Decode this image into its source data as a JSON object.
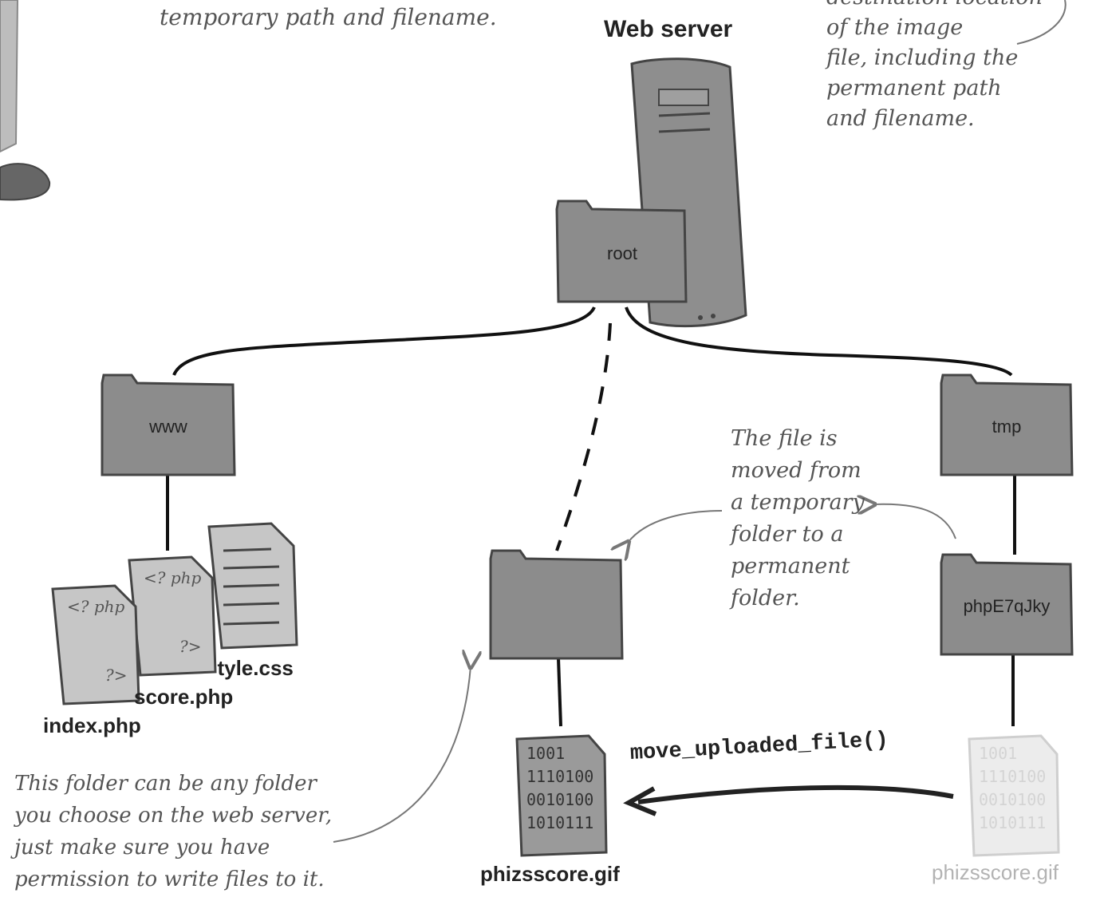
{
  "header": {
    "web_server": "Web server"
  },
  "notes": {
    "top_left": "temporary path and filename.",
    "top_right": "destination location\nof the image\nfile, including the\npermanent path\nand filename.",
    "middle": "The file is\nmoved from\na temporary\nfolder to a\npermanent\nfolder.",
    "bottom_left": "This folder can be any folder\nyou choose on the web server,\njust make sure you have\npermission to write files to it."
  },
  "folders": {
    "root": "root",
    "www": "www",
    "tmp": "tmp",
    "temp_sub": "phpE7qJky",
    "destination": ""
  },
  "files": {
    "index": "index.php",
    "score": "score.php",
    "style": "style.css",
    "image_dest": "phizsscore.gif",
    "image_src": "phizsscore.gif"
  },
  "file_glyphs": {
    "php_open": "<? php",
    "php_close": "?>",
    "binary": [
      "1001",
      "1110100",
      "0010100",
      "1010111"
    ]
  },
  "function_call": "move_uploaded_file()"
}
